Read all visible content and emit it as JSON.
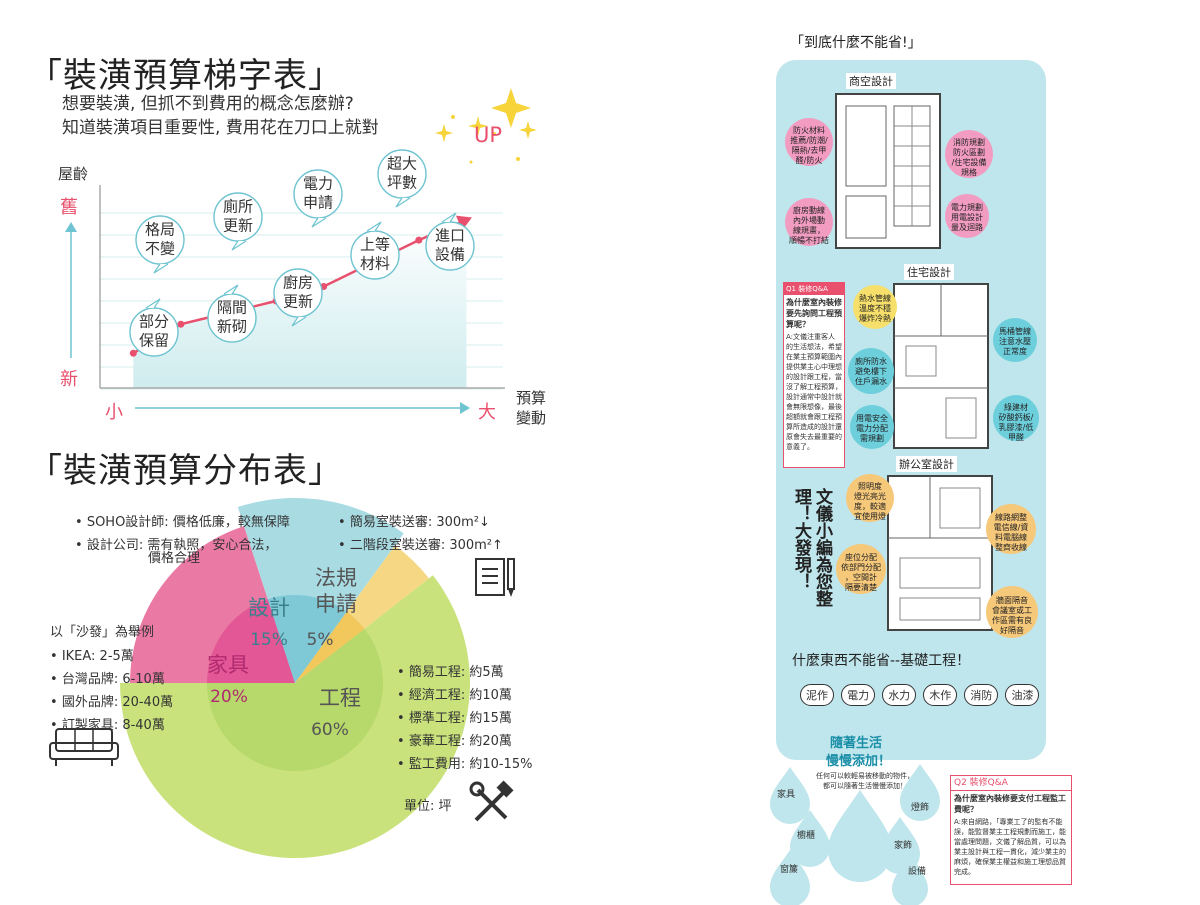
{
  "left": {
    "title1": "「裝潢預算梯字表」",
    "subtitle1": "想要裝潢, 但抓不到費用的概念怎麼辦?",
    "subtitle2": "知道裝潢項目重要性, 費用花在刀口上就對",
    "y_axis_title": "屋齡",
    "y_top": "舊",
    "y_bottom": "新",
    "x_left": "小",
    "x_right": "大",
    "x_axis_title": "預算\n變動",
    "up_label": "UP",
    "title2": "「裝潢預算分布表」",
    "designer_notes": [
      "SOHO設計師: 價格低廉，較無保障",
      "設計公司: 需有執照，安心合法，"
    ],
    "designer_note_cont": "價格合理",
    "permit_notes": [
      "簡易室裝送審: 300m²↓",
      "二階段室裝送審: 300m²↑"
    ],
    "furniture_intro": "以「沙發」為舉例",
    "furniture_notes": [
      "IKEA: 2-5萬",
      "台灣品牌: 6-10萬",
      "國外品牌: 20-40萬",
      "訂製家具: 8-40萬"
    ],
    "engineering_notes": [
      "簡易工程: 約5萬",
      "經濟工程: 約10萬",
      "標準工程: 約15萬",
      "豪華工程: 約20萬",
      "監工費用: 約10-15%"
    ],
    "unit": "單位: 坪"
  },
  "chart_data": [
    {
      "type": "line",
      "x": [
        1,
        2,
        3,
        4,
        5,
        6,
        7,
        8
      ],
      "series": [
        {
          "values": [
            1.2,
            2.2,
            2.6,
            3.0,
            3.5,
            4.3,
            5.1,
            5.8
          ]
        }
      ],
      "point_labels": [
        "部分\n保留",
        "格局\n不變",
        "隔間\n新砌",
        "廁所\n更新",
        "廚房\n更新",
        "電力\n申請",
        "上等\n材料",
        "超大\n坪數",
        "進口\n設備"
      ],
      "xlabel": "預算變動",
      "ylabel": "屋齡"
    },
    {
      "type": "pie",
      "title": "「裝潢預算分布表」",
      "slices": [
        {
          "label": "工程",
          "value": 60,
          "display": "60%",
          "color": "#c9e27c"
        },
        {
          "label": "家具",
          "value": 20,
          "display": "20%",
          "color": "#ea7aa3"
        },
        {
          "label": "設計",
          "value": 15,
          "display": "15%",
          "color": "#a9dbe3"
        },
        {
          "label": "法規\n申請",
          "value": 5,
          "display": "5%",
          "color": "#f6d884"
        }
      ]
    }
  ],
  "right": {
    "top_title": "「到底什麼不能省!」",
    "sec_commercial": "商空設計",
    "sec_residential": "住宅設計",
    "sec_office": "辦公室設計",
    "callouts": [
      {
        "text": "防火材料\n推薦/防潮/\n隔熱/去甲\n醛/防火",
        "color": "#f29cc1"
      },
      {
        "text": "消防規劃\n防火區劃\n/住宅設備\n規格",
        "color": "#f29cc1"
      },
      {
        "text": "廚房動線\n內外場動\n線規畫，\n順暢不打結",
        "color": "#f29cc1"
      },
      {
        "text": "電力規劃\n用電設計\n量及迴路",
        "color": "#f29cc1"
      },
      {
        "text": "熱水管線\n溫度不穩\n爆炸冷熱",
        "color": "#f6df6a"
      },
      {
        "text": "馬桶管線\n注意水壓\n正常度",
        "color": "#6dcfdc"
      },
      {
        "text": "廁所防水\n避免樓下\n住戶漏水",
        "color": "#6dcfdc"
      },
      {
        "text": "綠建材\n矽酸鈣板/\n乳膠漆/低\n甲醛",
        "color": "#6dcfdc"
      },
      {
        "text": "用電安全\n電力分配\n需規劃",
        "color": "#6dcfdc"
      },
      {
        "text": "照明度\n燈光亮光\n度，較適\n宜使用燈",
        "color": "#f6c87a"
      },
      {
        "text": "線路網整\n電信線/資\n料電腦線\n整齊收線",
        "color": "#f6c87a"
      },
      {
        "text": "座位分配\n依部門分配\n，空間計\n隔要清楚",
        "color": "#f6c87a"
      },
      {
        "text": "牆面隔音\n會議室或工\n作區需有良\n好隔音",
        "color": "#f6c87a"
      }
    ],
    "q1_tag": "Q1 裝修Q&A",
    "q1_title": "為什麼室內裝修要先詢問工程預算呢？",
    "q1_body": "A:文儀注重客人的生活想法，希望在業主預算範圍內提供業主心中理想的設計跟工程，當沒了解工程預算，設計通常中設計就會無限想像，最後超額就會跟工程預算所造成的設計還原會失去最重要的意義了。",
    "vertical_text": "文儀小編為您整理！大發現！",
    "slogan": "什麼東西不能省--基礎工程！",
    "chips": [
      "泥作",
      "電力",
      "水力",
      "木作",
      "消防",
      "油漆"
    ],
    "later_title1": "隨著生活",
    "later_title2": "慢慢添加！",
    "later_sub": "任何可以較輕易被移動的物件，都可以隨著生活慢慢添加！",
    "drops": [
      "家具",
      "燈飾",
      "櫥櫃",
      "家飾",
      "窗簾",
      "設備"
    ],
    "q2_tag": "Q2 裝修Q&A",
    "q2_title": "為什麼室內裝修要支付工程監工費呢？",
    "q2_body": "A:來自網路，「專業工了的監有不能誤，能監督業主工程規劃而施工，能當處理問題，文儀了解品質，可以為業主設計與工程一貫化，減少業主的麻煩，確保業主權益和施工理想品質完成。"
  }
}
